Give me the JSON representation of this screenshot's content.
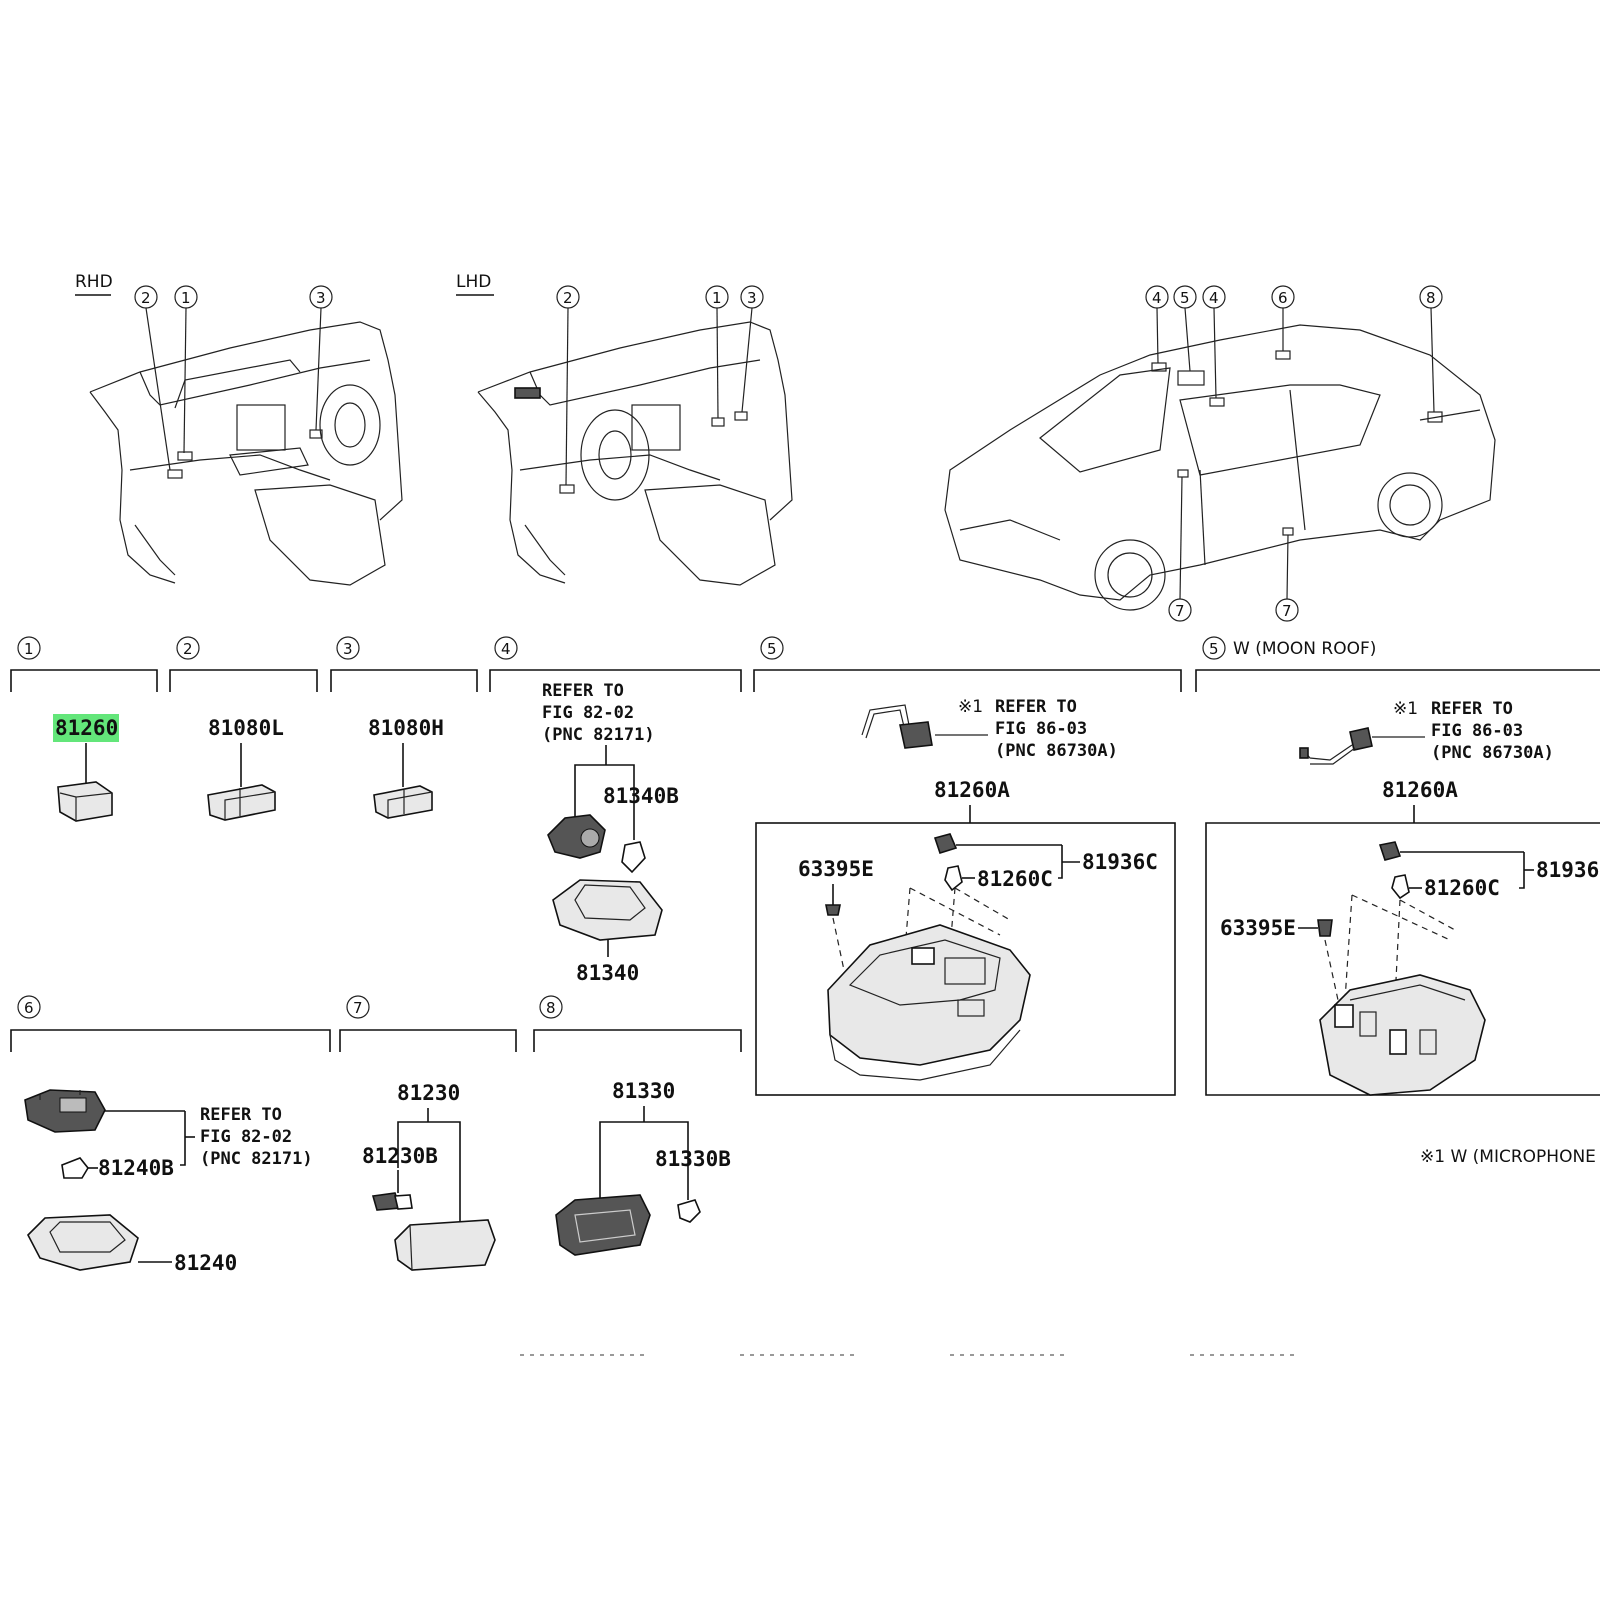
{
  "headers": {
    "rhd": "RHD",
    "lhd": "LHD"
  },
  "callouts": [
    "1",
    "2",
    "3",
    "4",
    "5",
    "6",
    "7",
    "8"
  ],
  "sections": {
    "s5_moonroof_label": "W (MOON ROOF)"
  },
  "parts": {
    "p81260": "81260",
    "p81080L": "81080L",
    "p81080H": "81080H",
    "p81340B": "81340B",
    "p81340": "81340",
    "p81260A": "81260A",
    "p63395E": "63395E",
    "p81260C": "81260C",
    "p81936C": "81936C",
    "p81936C_clipped": "81936",
    "p81240B": "81240B",
    "p81240": "81240",
    "p81230": "81230",
    "p81230B": "81230B",
    "p81330": "81330",
    "p81330B": "81330B"
  },
  "refs": {
    "r4": [
      "REFER TO",
      "FIG 82-02",
      "(PNC 82171)"
    ],
    "r5": [
      "REFER TO",
      "FIG 86-03",
      "(PNC 86730A)"
    ],
    "r6": [
      "REFER TO",
      "FIG 82-02",
      "(PNC 82171)"
    ]
  },
  "notes": {
    "mark1": "※1",
    "footnote": "※1 W (MICROPHONE"
  },
  "colors": {
    "highlight": "#63e67a",
    "ink": "#111111"
  }
}
